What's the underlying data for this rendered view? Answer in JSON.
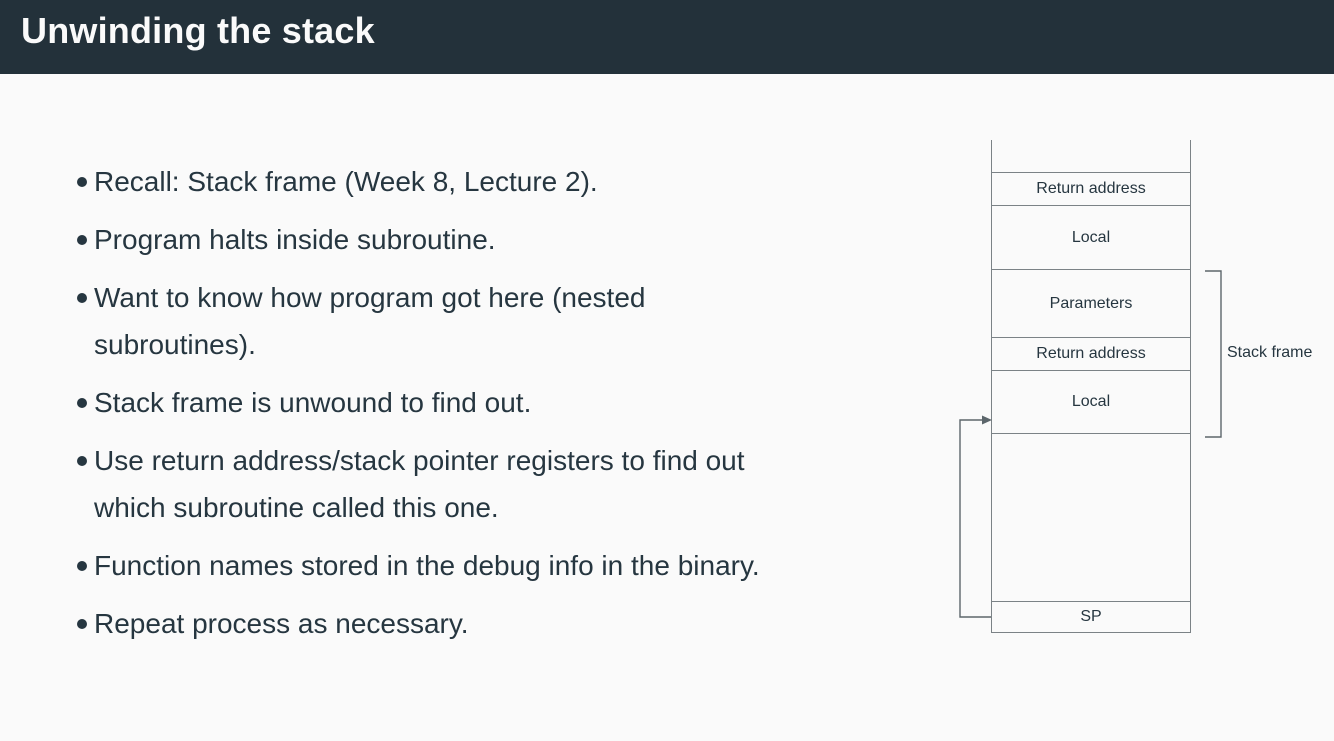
{
  "slide": {
    "title": "Unwinding the stack",
    "bullets": [
      {
        "text": "Recall: Stack frame (Week 8, Lecture 2)."
      },
      {
        "text": "Program halts inside subroutine."
      },
      {
        "text": "Want to know how program got here (nested\nsubroutines)."
      },
      {
        "text": "Stack frame is unwound to find out."
      },
      {
        "text": "Use return address/stack pointer registers to find out\nwhich subroutine called this one."
      },
      {
        "text": "Function names stored in the debug info in the binary."
      },
      {
        "text": "Repeat process as necessary."
      }
    ]
  },
  "diagram": {
    "cells": [
      {
        "label": "Return address"
      },
      {
        "label": "Local"
      },
      {
        "label": "Parameters"
      },
      {
        "label": "Return address"
      },
      {
        "label": "Local"
      },
      {
        "label": ""
      },
      {
        "label": "SP"
      }
    ],
    "bracket_label": "Stack frame",
    "sp_pointer_icon": "right-arrow"
  },
  "colors": {
    "title_bar_bg": "#23313a",
    "title_text": "#fafafa",
    "background": "#fafafa",
    "body_text": "#263640",
    "diagram_line": "#7b8286",
    "arrow_line": "#5c666b"
  }
}
